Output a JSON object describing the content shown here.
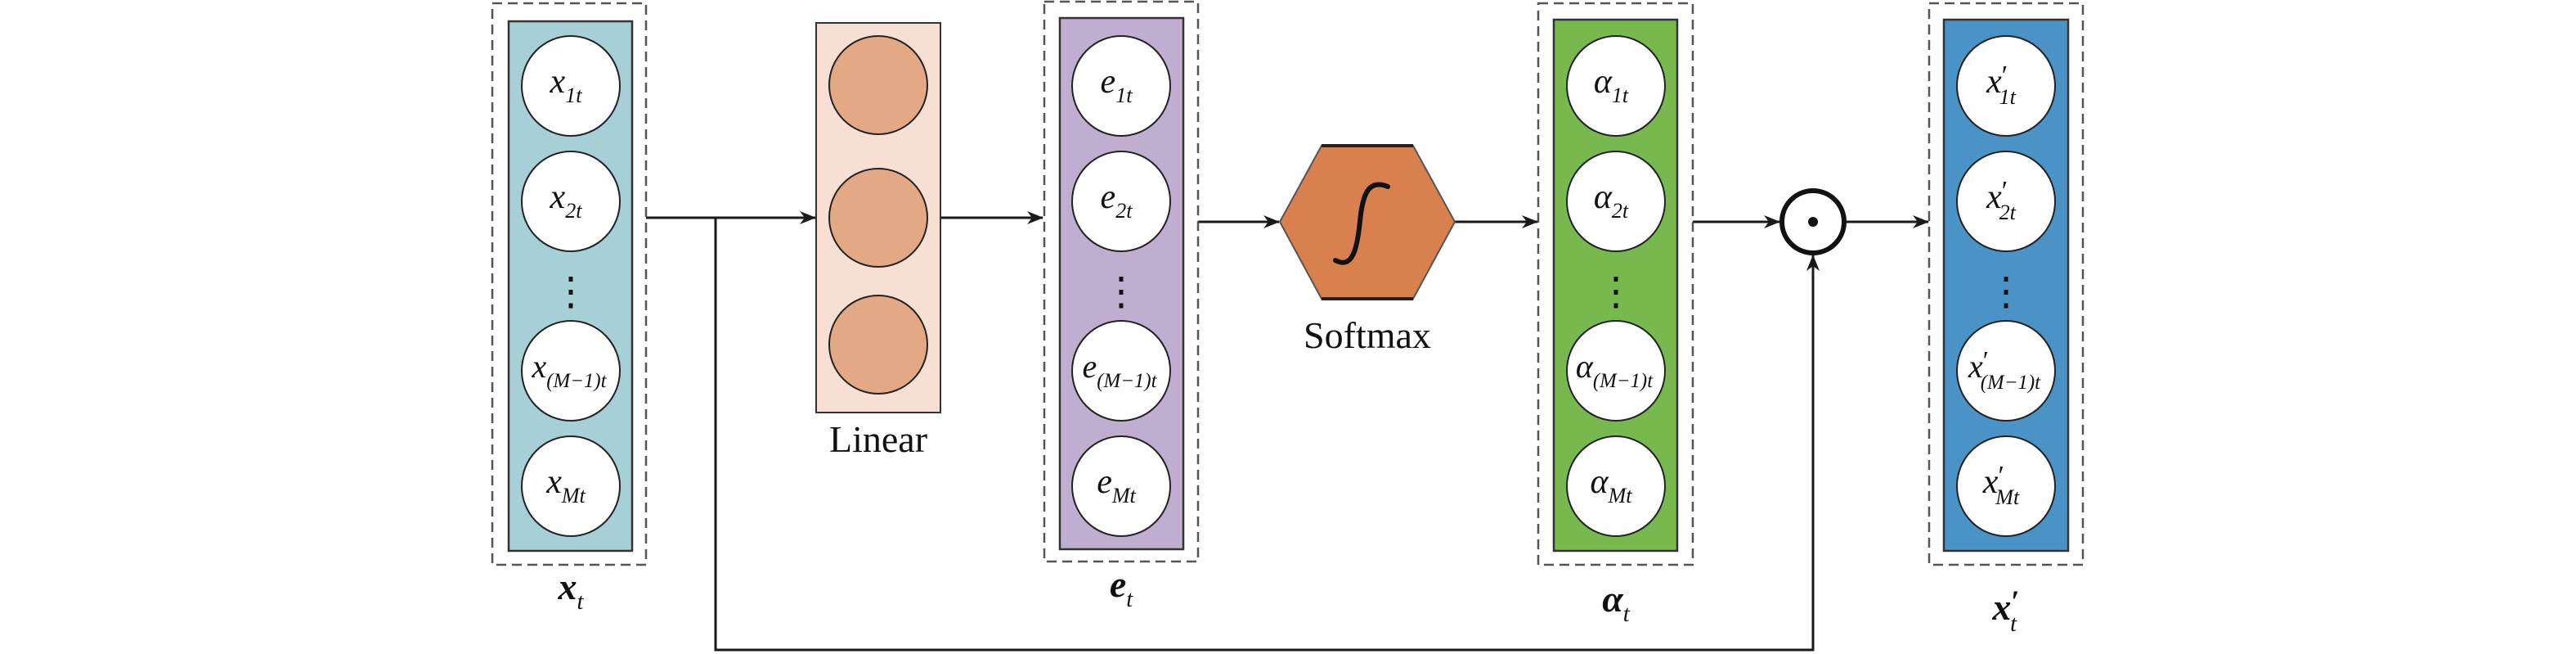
{
  "colors": {
    "x_column": "#a6cfd6",
    "linear_box": "#f7dfd3",
    "linear_node": "#e3a884",
    "e_column": "#bfaed0",
    "softmax": "#d9804f",
    "alpha_column": "#77b94e",
    "xprime_column": "#4a93c6"
  },
  "columns": [
    {
      "id": "x",
      "nodes": [
        {
          "base": "x",
          "sub": "1t",
          "prime": ""
        },
        {
          "base": "x",
          "sub": "2t",
          "prime": ""
        },
        {
          "base": "x",
          "sub": "(M−1)t",
          "prime": ""
        },
        {
          "base": "x",
          "sub": "Mt",
          "prime": ""
        }
      ],
      "ellipsis": "⋮",
      "label": {
        "base": "x",
        "sub": "t",
        "prime": ""
      }
    },
    {
      "id": "e",
      "nodes": [
        {
          "base": "e",
          "sub": "1t",
          "prime": ""
        },
        {
          "base": "e",
          "sub": "2t",
          "prime": ""
        },
        {
          "base": "e",
          "sub": "(M−1)t",
          "prime": ""
        },
        {
          "base": "e",
          "sub": "Mt",
          "prime": ""
        }
      ],
      "ellipsis": "⋮",
      "label": {
        "base": "e",
        "sub": "t",
        "prime": ""
      }
    },
    {
      "id": "alpha",
      "nodes": [
        {
          "base": "α",
          "sub": "1t",
          "prime": ""
        },
        {
          "base": "α",
          "sub": "2t",
          "prime": ""
        },
        {
          "base": "α",
          "sub": "(M−1)t",
          "prime": ""
        },
        {
          "base": "α",
          "sub": "Mt",
          "prime": ""
        }
      ],
      "ellipsis": "⋮",
      "label": {
        "base": "α",
        "sub": "t",
        "prime": ""
      }
    },
    {
      "id": "xprime",
      "nodes": [
        {
          "base": "x",
          "sub": "1t",
          "prime": "′"
        },
        {
          "base": "x",
          "sub": "2t",
          "prime": "′"
        },
        {
          "base": "x",
          "sub": "(M−1)t",
          "prime": "′"
        },
        {
          "base": "x",
          "sub": "Mt",
          "prime": "′"
        }
      ],
      "ellipsis": "⋮",
      "label": {
        "base": "x",
        "sub": "t",
        "prime": "′"
      }
    }
  ],
  "linear": {
    "label": "Linear",
    "node_count": 3
  },
  "softmax": {
    "label": "Softmax",
    "icon": "sigmoid-curve-icon"
  },
  "operator": {
    "symbol": "⊙",
    "icon": "hadamard-product-icon"
  }
}
